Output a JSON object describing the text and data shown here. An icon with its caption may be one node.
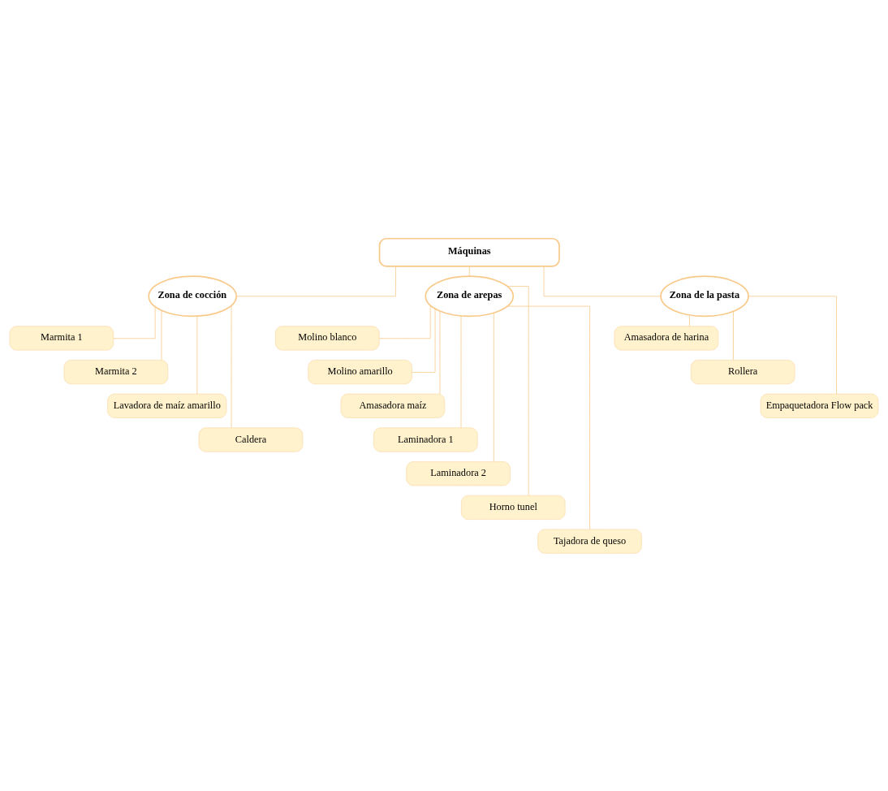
{
  "diagram": {
    "nodes": [
      {
        "text": [
          "Máquinas"
        ]
      },
      {
        "text": [
          "Zona de cocción"
        ]
      },
      {
        "text": [
          "Zona de arepas"
        ]
      },
      {
        "text": [
          "Zona de la pasta"
        ]
      },
      {
        "text": [
          "Marmita 1"
        ]
      },
      {
        "text": [
          "Marmita 2"
        ]
      },
      {
        "text": [
          "Lavadora de maíz amarillo"
        ]
      },
      {
        "text": [
          "Caldera"
        ]
      },
      {
        "text": [
          "Molino blanco"
        ]
      },
      {
        "text": [
          "Molino amarillo"
        ]
      },
      {
        "text": [
          "Amasadora maíz"
        ]
      },
      {
        "text": [
          "Laminadora 1"
        ]
      },
      {
        "text": [
          "Laminadora 2"
        ]
      },
      {
        "text": [
          "Horno tunel"
        ]
      },
      {
        "text": [
          "Tajadora de queso"
        ]
      },
      {
        "text": [
          "Amasadora de harina"
        ]
      },
      {
        "text": [
          "Rollera"
        ]
      },
      {
        "text": [
          "Empaquetadora Flow pack"
        ]
      }
    ],
    "edges": [
      {
        "from": 0,
        "to": 1,
        "arrow": "none"
      },
      {
        "from": 0,
        "to": 2,
        "arrow": "none"
      },
      {
        "from": 0,
        "to": 3,
        "arrow": "none"
      },
      {
        "from": 1,
        "to": 4,
        "arrow": "none"
      },
      {
        "from": 1,
        "to": 5,
        "arrow": "none"
      },
      {
        "from": 1,
        "to": 6,
        "arrow": "none"
      },
      {
        "from": 1,
        "to": 7,
        "arrow": "none"
      },
      {
        "from": 2,
        "to": 8,
        "arrow": "none"
      },
      {
        "from": 2,
        "to": 9,
        "arrow": "none"
      },
      {
        "from": 2,
        "to": 10,
        "arrow": "none"
      },
      {
        "from": 2,
        "to": 11,
        "arrow": "none"
      },
      {
        "from": 2,
        "to": 12,
        "arrow": "none"
      },
      {
        "from": 2,
        "to": 13,
        "arrow": "none"
      },
      {
        "from": 2,
        "to": 14,
        "arrow": "none"
      },
      {
        "from": 3,
        "to": 15,
        "arrow": "none"
      },
      {
        "from": 3,
        "to": 16,
        "arrow": "none"
      },
      {
        "from": 3,
        "to": 17,
        "arrow": "none"
      }
    ]
  }
}
